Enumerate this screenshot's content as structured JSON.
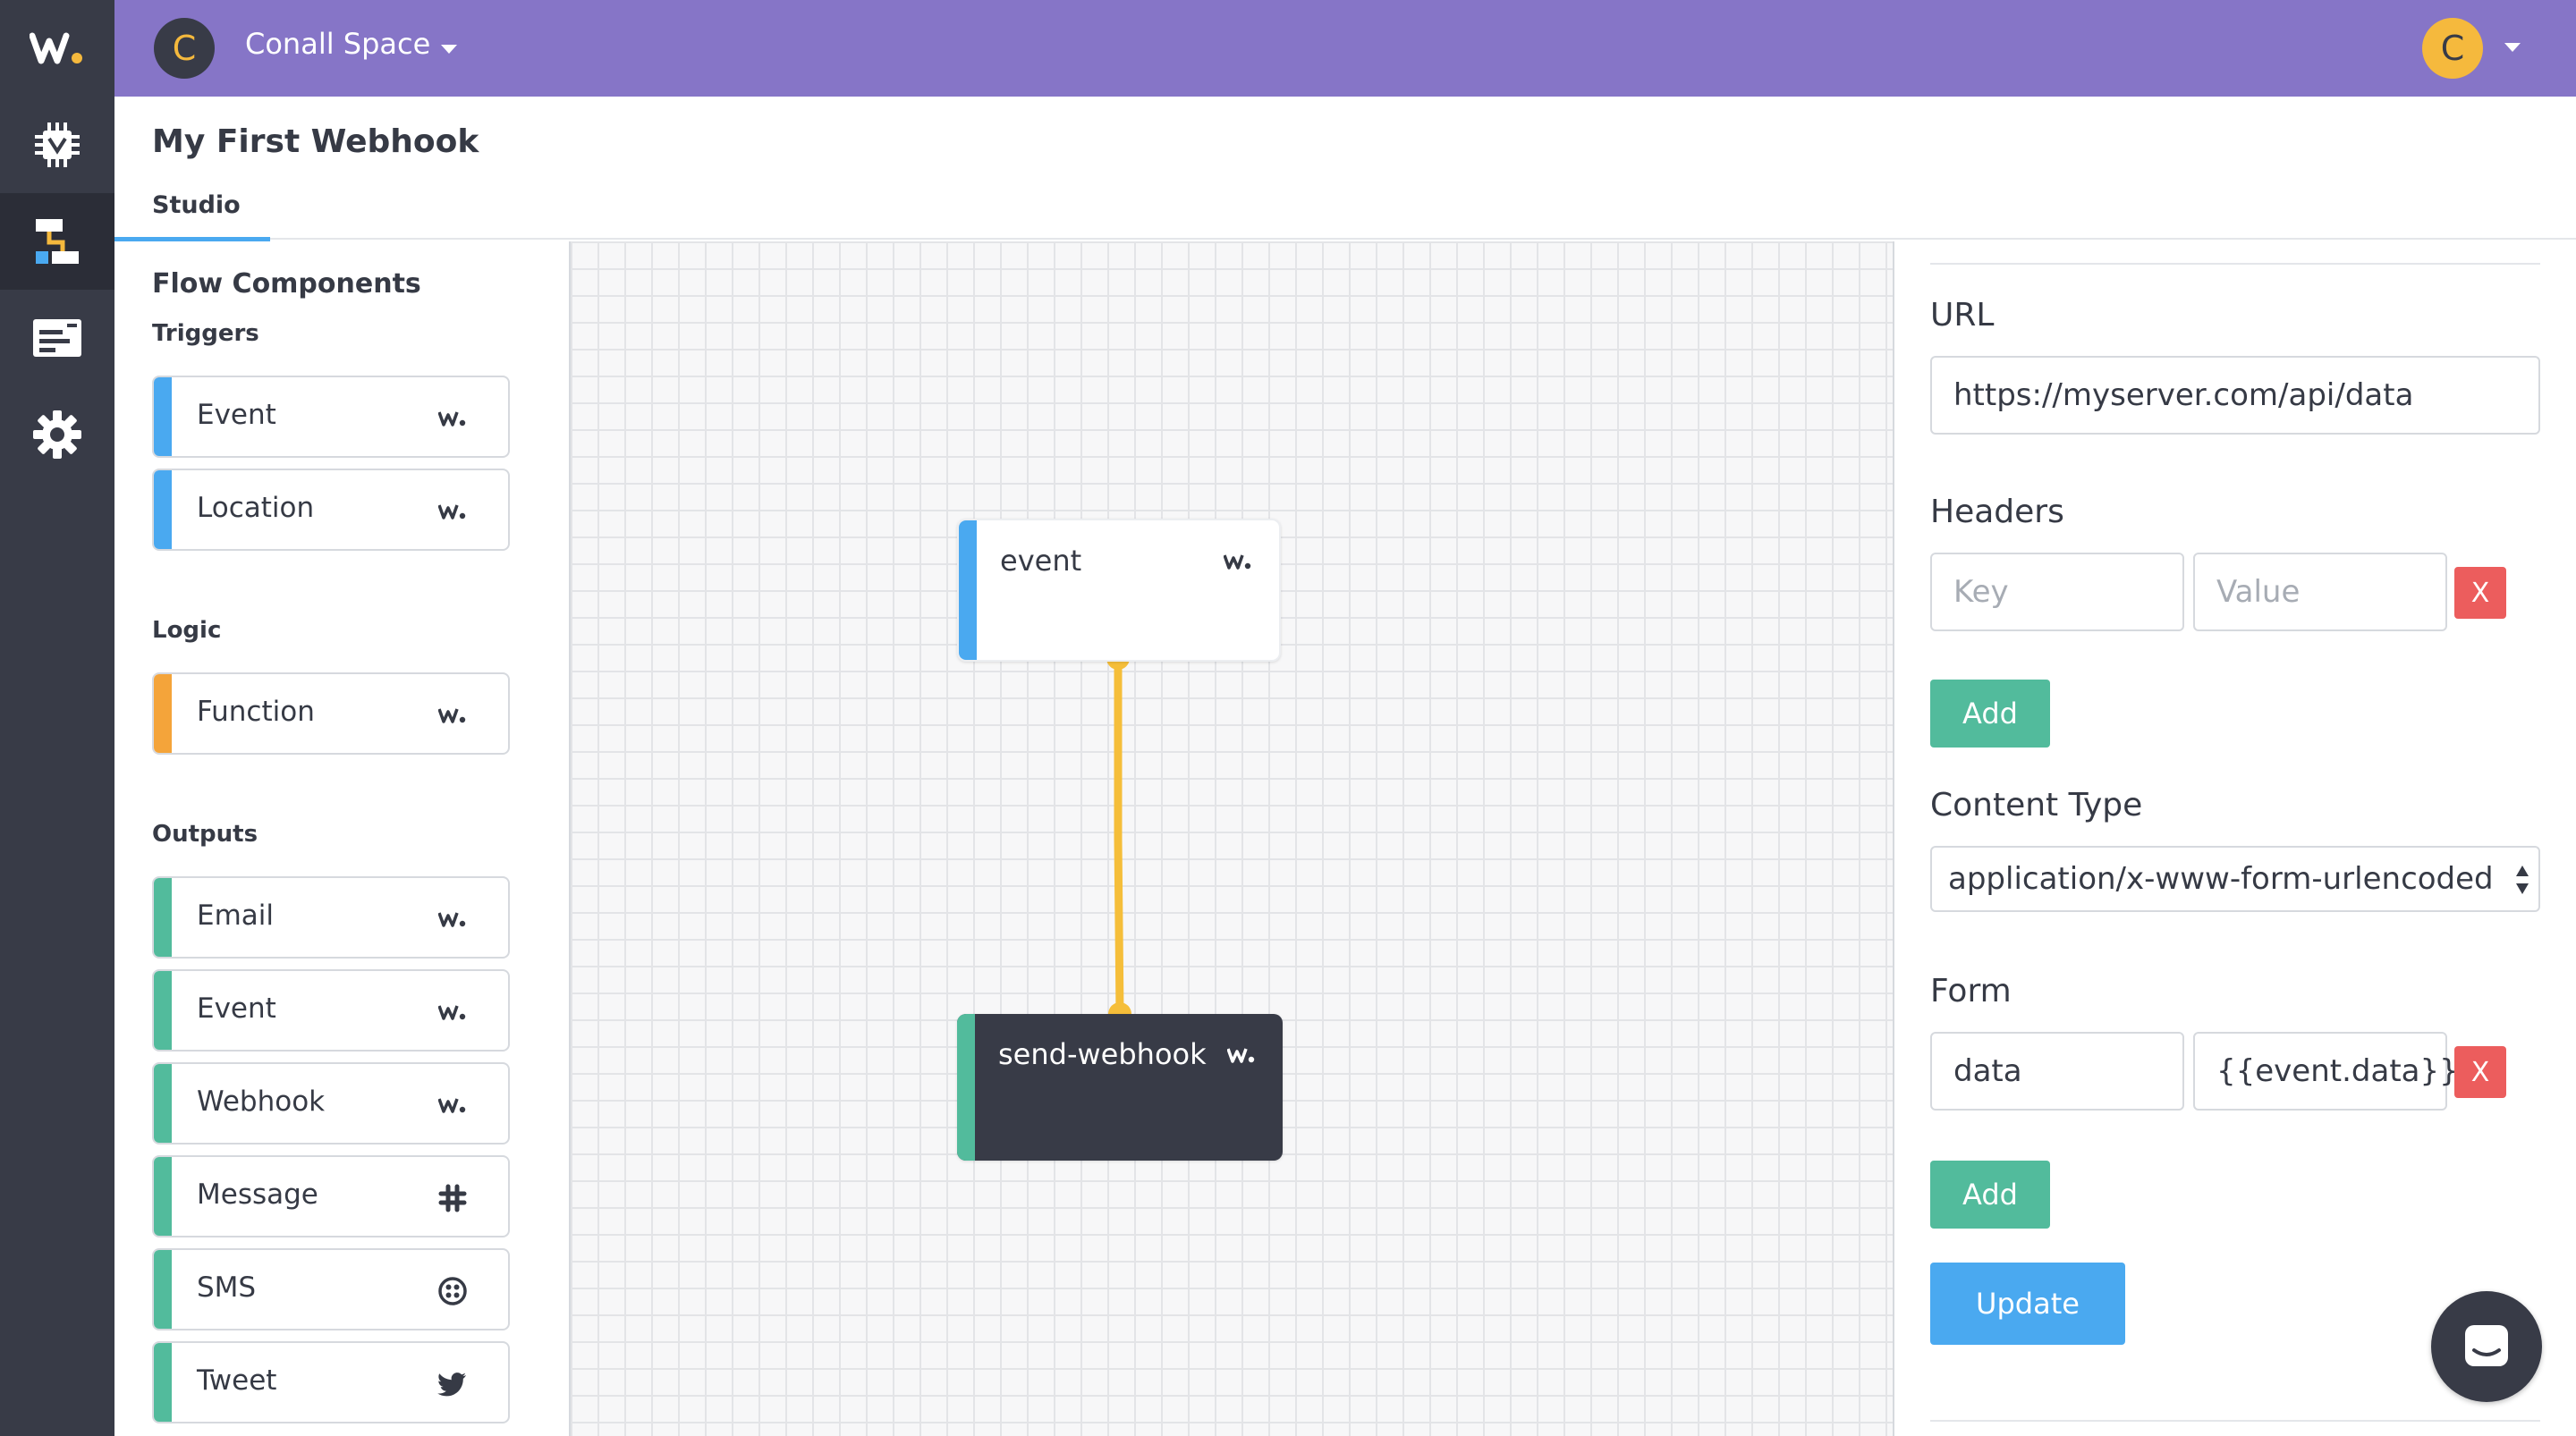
{
  "colors": {
    "rail": "#383b47",
    "topbar": "#8675c7",
    "accent_yellow": "#f5b93d",
    "trigger_blue": "#4aa9f0",
    "logic_orange": "#f4a43a",
    "output_green": "#52bb9c",
    "danger_red": "#ec5d5d",
    "connector": "#f5be3a"
  },
  "rail": {
    "logo_icon": "wia-logo-icon",
    "items": [
      {
        "icon": "chip-icon",
        "active": false
      },
      {
        "icon": "flow-icon",
        "active": true
      },
      {
        "icon": "log-icon",
        "active": false
      },
      {
        "icon": "gear-icon",
        "active": false
      }
    ]
  },
  "topbar": {
    "space_initial": "C",
    "space_name": "Conall Space",
    "user_initial": "C"
  },
  "page": {
    "title": "My First Webhook",
    "tab": "Studio"
  },
  "components": {
    "title": "Flow Components",
    "triggers_label": "Triggers",
    "triggers": [
      {
        "label": "Event",
        "icon": "wia-icon"
      },
      {
        "label": "Location",
        "icon": "wia-icon"
      }
    ],
    "logic_label": "Logic",
    "logic": [
      {
        "label": "Function",
        "icon": "wia-icon"
      }
    ],
    "outputs_label": "Outputs",
    "outputs": [
      {
        "label": "Email",
        "icon": "wia-icon"
      },
      {
        "label": "Event",
        "icon": "wia-icon"
      },
      {
        "label": "Webhook",
        "icon": "wia-icon"
      },
      {
        "label": "Message",
        "icon": "slack-icon"
      },
      {
        "label": "SMS",
        "icon": "twilio-icon"
      },
      {
        "label": "Tweet",
        "icon": "twitter-icon"
      }
    ]
  },
  "canvas": {
    "nodes": [
      {
        "label": "event",
        "icon": "wia-icon"
      },
      {
        "label": "send-webhook",
        "icon": "wia-icon"
      }
    ]
  },
  "config": {
    "url_label": "URL",
    "url_value": "https://myserver.com/api/data",
    "headers_label": "Headers",
    "header_key_placeholder": "Key",
    "header_value_placeholder": "Value",
    "remove_label": "X",
    "add_label": "Add",
    "content_type_label": "Content Type",
    "content_type_value": "application/x-www-form-urlencoded",
    "form_label": "Form",
    "form_key": "data",
    "form_value": "{{event.data}}",
    "update_label": "Update"
  },
  "chat": {
    "icon": "chat-icon"
  }
}
